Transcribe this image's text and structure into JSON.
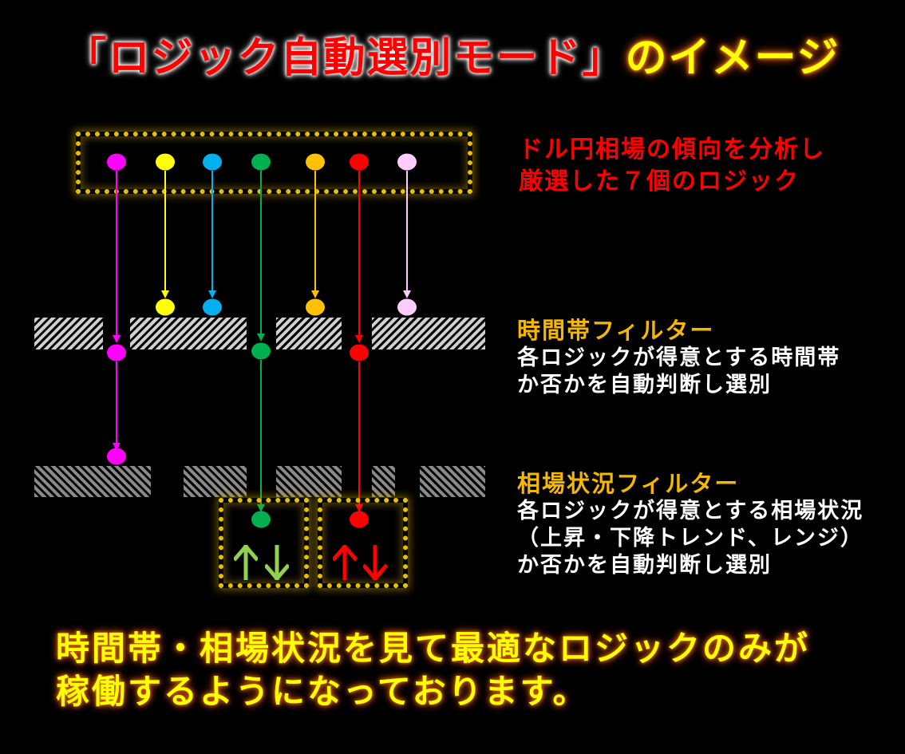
{
  "title": {
    "main": "「ロジック自動選別モード」",
    "suffix": "のイメージ"
  },
  "description": {
    "line1": "ドル円相場の傾向を分析し",
    "line2": "厳選した７個のロジック"
  },
  "logics": [
    {
      "name": "logic-magenta",
      "color": "#ff00ff"
    },
    {
      "name": "logic-yellow",
      "color": "#ffff00"
    },
    {
      "name": "logic-blue",
      "color": "#00b0f0"
    },
    {
      "name": "logic-green",
      "color": "#00b050"
    },
    {
      "name": "logic-orange",
      "color": "#ffc000"
    },
    {
      "name": "logic-red",
      "color": "#ff0000"
    },
    {
      "name": "logic-pink",
      "color": "#ffccff"
    }
  ],
  "time_filter": {
    "heading": "時間帯フィルター",
    "line1": "各ロジックが得意とする時間帯",
    "line2": "か否かを自動判断し選別"
  },
  "market_filter": {
    "heading": "相場状況フィルター",
    "line1": "各ロジックが得意とする相場状況",
    "line2": "（上昇・下降トレンド、レンジ）",
    "line3": "か否かを自動判断し選別"
  },
  "conclusion": {
    "line1": "時間帯・相場状況を見て最適なロジックのみが",
    "line2": "稼働するようになっております。"
  },
  "colors": {
    "box_border": "#e8c000",
    "hatch_time": "#d0d0d0",
    "hatch_market": "#8a8a8a",
    "trend_green": "#92d050",
    "trend_red": "#ff0000"
  }
}
